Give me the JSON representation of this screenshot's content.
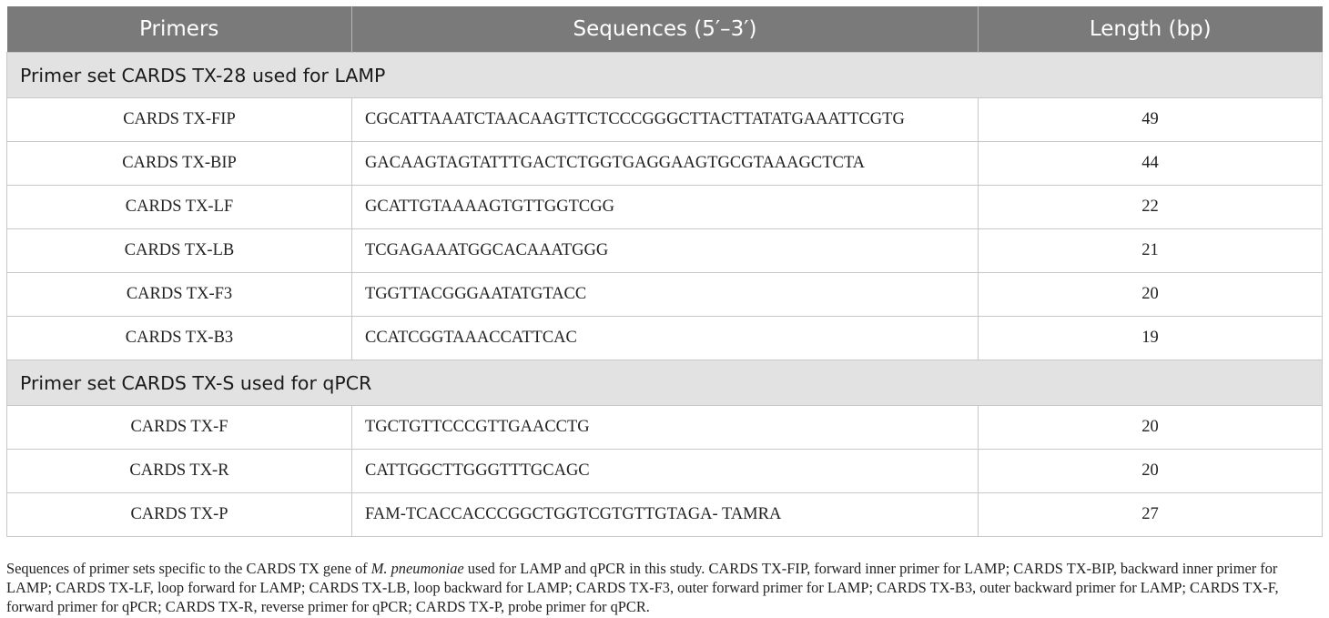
{
  "table": {
    "headers": [
      "Primers",
      "Sequences (5′–3′)",
      "Length (bp)"
    ],
    "sections": [
      {
        "title": "Primer set CARDS TX-28 used for LAMP",
        "rows": [
          {
            "primer": "CARDS TX-FIP",
            "sequence": "CGCATTAAATCTAACAAGTTCTCCCGGGCTTACTTATATGAAATTCGTG",
            "length": "49"
          },
          {
            "primer": "CARDS TX-BIP",
            "sequence": "GACAAGTAGTATTTGACTCTGGTGAGGAAGTGCGTAAAGCTCTA",
            "length": "44"
          },
          {
            "primer": "CARDS TX-LF",
            "sequence": "GCATTGTAAAAGTGTTGGTCGG",
            "length": "22"
          },
          {
            "primer": "CARDS TX-LB",
            "sequence": "TCGAGAAATGGCACAAATGGG",
            "length": "21"
          },
          {
            "primer": "CARDS TX-F3",
            "sequence": "TGGTTACGGGAATATGTACC",
            "length": "20"
          },
          {
            "primer": "CARDS TX-B3",
            "sequence": "CCATCGGTAAACCATTCAC",
            "length": "19"
          }
        ]
      },
      {
        "title": "Primer set CARDS TX-S used for qPCR",
        "rows": [
          {
            "primer": "CARDS TX-F",
            "sequence": "TGCTGTTCCCGTTGAACCTG",
            "length": "20"
          },
          {
            "primer": "CARDS TX-R",
            "sequence": "CATTGGCTTGGGTTTGCAGC",
            "length": "20"
          },
          {
            "primer": "CARDS TX-P",
            "sequence": "FAM-TCACCACCCGGCTGGTCGTGTTGTAGA- TAMRA",
            "length": "27"
          }
        ]
      }
    ]
  },
  "footnote": {
    "part1": "Sequences of primer sets specific to the CARDS TX gene of ",
    "organism": "M. pneumoniae",
    "part2": " used for LAMP and qPCR in this study. CARDS TX-FIP, forward inner primer for LAMP; CARDS TX-BIP, backward inner primer for LAMP; CARDS TX-LF, loop forward for LAMP; CARDS TX-LB, loop backward for LAMP; CARDS TX-F3, outer forward primer for LAMP; CARDS TX-B3, outer backward primer for LAMP; CARDS TX-F, forward primer for qPCR; CARDS TX-R, reverse primer for qPCR; CARDS TX-P, probe primer for qPCR."
  }
}
